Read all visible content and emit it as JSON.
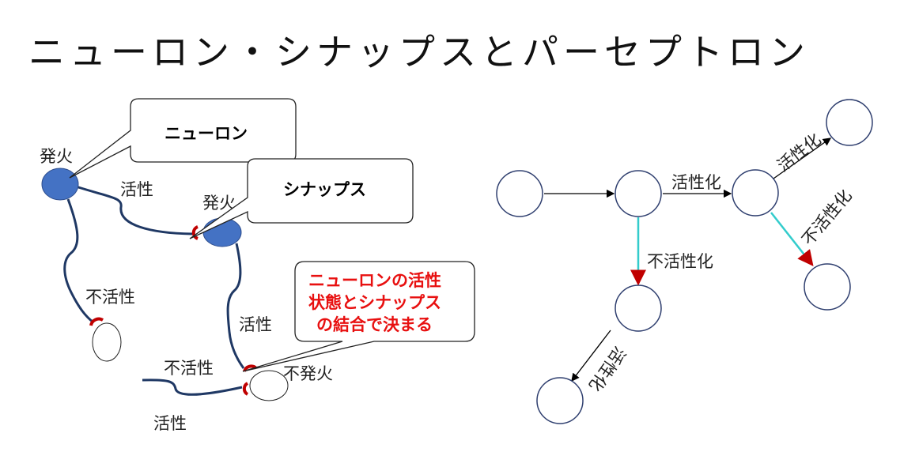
{
  "title": "ニューロン・シナップスとパーセプトロン",
  "left_diagram": {
    "callouts": {
      "neuron": "ニューロン",
      "synapse": "シナップス",
      "note_lines": [
        "ニューロンの活性",
        "状態とシナップス",
        "の結合で決まる"
      ]
    },
    "labels": {
      "fire_1": "発火",
      "fire_2": "発火",
      "active_1": "活性",
      "inactive_1": "不活性",
      "active_2": "活性",
      "inactive_2": "不活性",
      "no_fire": "不発火",
      "active_3": "活性"
    },
    "colors": {
      "fired_neuron": "#4472c4",
      "axon": "#1f3864",
      "synapse": "#c00000",
      "note_text": "#e81010"
    }
  },
  "right_diagram": {
    "edge_labels": {
      "b_to_c": "活性化",
      "c_to_d": "活性化",
      "c_to_e": "不活性化",
      "b_to_f": "不活性化",
      "f_to_g": "活性化"
    },
    "colors": {
      "inhibit_edge": "#33cccc",
      "activate_edge": "#000000"
    }
  }
}
